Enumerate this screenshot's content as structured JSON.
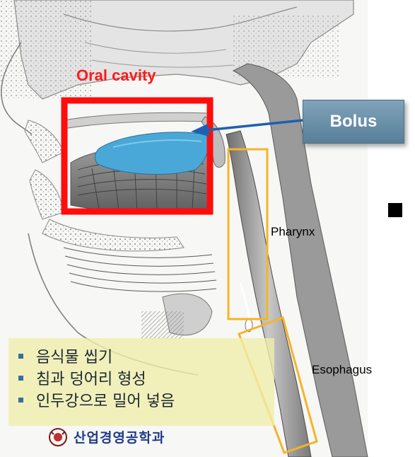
{
  "labels": {
    "oral_cavity": "Oral cavity",
    "bolus": "Bolus",
    "pharynx": "Pharynx",
    "esophagus": "Esophagus"
  },
  "notes": [
    "음식물 씹기",
    "침과 덩어리 형성",
    "인두강으로 밀어 넣음"
  ],
  "footer": {
    "university": "산업경영공학과"
  },
  "colors": {
    "oral_cavity_box": "#ff0d0d",
    "oral_cavity_text": "#ff1a1a",
    "bolus_fill": "#4aa8d8",
    "bolus_arrow": "#1f5fb0",
    "pharynx_box": "#f5b42a",
    "note_background": "#f0eeaa",
    "bolus_label_bg": "#6b90a8"
  },
  "icons": [
    "arrow-icon",
    "bullet-icon",
    "university-logo-icon",
    "square-icon"
  ]
}
